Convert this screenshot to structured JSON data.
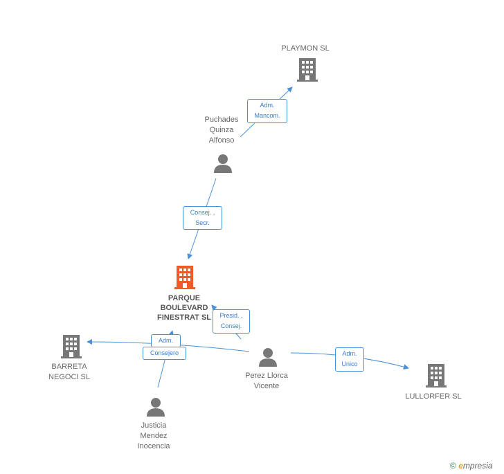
{
  "colors": {
    "edge": "#4a90d9",
    "company_icon": "#777777",
    "main_company_icon": "#f05a28",
    "person_icon": "#777777"
  },
  "nodes": {
    "playmon": {
      "label": "PLAYMON SL",
      "icon": "building-icon"
    },
    "puchades": {
      "label": "Puchades\nQuinza\nAlfonso",
      "icon": "person-icon"
    },
    "parque": {
      "label": "PARQUE\nBOULEVARD\nFINESTRAT SL",
      "icon": "building-icon"
    },
    "barreta": {
      "label": "BARRETA\nNEGOCI SL",
      "icon": "building-icon"
    },
    "perez": {
      "label": "Perez Llorca\nVicente",
      "icon": "person-icon"
    },
    "lullorfer": {
      "label": "LULLORFER SL",
      "icon": "building-icon"
    },
    "justicia": {
      "label": "Justicia\nMendez\nInocencia",
      "icon": "person-icon"
    }
  },
  "edges": {
    "puchades_playmon": "Adm.\nMancom.",
    "puchades_parque": "Consej. ,\nSecr.",
    "perez_parque": "Presid. ,\nConsej.",
    "perez_barreta": "Adm.",
    "justicia_parque": "Consejero",
    "perez_lullorfer": "Adm.\nUnico"
  },
  "footer": {
    "copyright": "©",
    "brand_e": "e",
    "brand_rest": "mpresia"
  }
}
